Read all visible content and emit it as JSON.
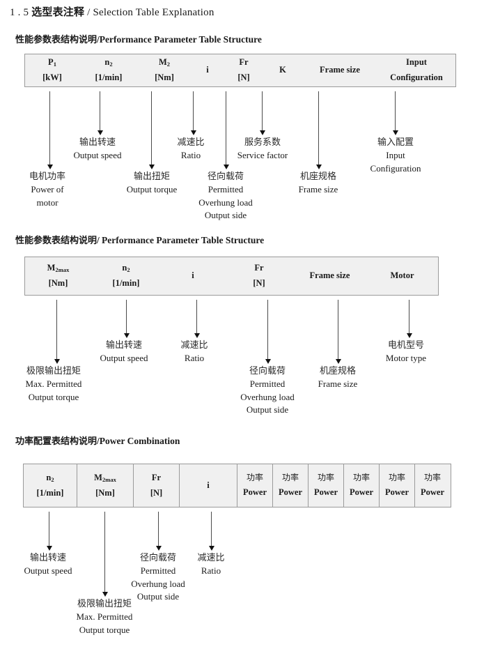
{
  "doc": {
    "title_number": "1 . 5",
    "title_cn": "选型表注释",
    "title_sep": "/",
    "title_en": "Selection Table Explanation"
  },
  "sections": [
    {
      "heading_cn": "性能参数表结构说明",
      "heading_sep": "/",
      "heading_en": "Performance Parameter Table Structure",
      "columns": [
        {
          "sym": "P",
          "sub": "1",
          "unit": "[kW]"
        },
        {
          "sym": "n",
          "sub": "2",
          "unit": "[1/min]"
        },
        {
          "sym": "M",
          "sub": "2",
          "unit": "[Nm]"
        },
        {
          "sym": "i",
          "sub": "",
          "unit": ""
        },
        {
          "sym": "Fr",
          "sub": "",
          "unit": "[N]"
        },
        {
          "sym": "K",
          "sub": "",
          "unit": ""
        },
        {
          "sym": "Frame size",
          "sub": "",
          "unit": ""
        },
        {
          "sym": "Input",
          "sub": "",
          "unit": "Configuration"
        }
      ],
      "annotations": [
        {
          "cn": "电机功率",
          "en": [
            "Power of",
            "motor"
          ]
        },
        {
          "cn": "输出转速",
          "en": [
            "Output speed"
          ]
        },
        {
          "cn": "输出扭矩",
          "en": [
            "Output torque"
          ]
        },
        {
          "cn": "减速比",
          "en": [
            "Ratio"
          ]
        },
        {
          "cn": "径向载荷",
          "en": [
            "Permitted",
            "Overhung load",
            "Output side"
          ]
        },
        {
          "cn": "服务系数",
          "en": [
            "Service factor"
          ]
        },
        {
          "cn": "机座规格",
          "en": [
            "Frame size"
          ]
        },
        {
          "cn": "输入配置",
          "en": [
            "Input",
            "Configuration"
          ]
        }
      ]
    },
    {
      "heading_cn": "性能参数表结构说明",
      "heading_sep": "/",
      "heading_en": "Performance Parameter Table Structure",
      "columns": [
        {
          "sym": "M",
          "sub": "2max",
          "unit": "[Nm]"
        },
        {
          "sym": "n",
          "sub": "2",
          "unit": "[1/min]"
        },
        {
          "sym": "i",
          "sub": "",
          "unit": ""
        },
        {
          "sym": "Fr",
          "sub": "",
          "unit": "[N]"
        },
        {
          "sym": "Frame size",
          "sub": "",
          "unit": ""
        },
        {
          "sym": "Motor",
          "sub": "",
          "unit": ""
        }
      ],
      "annotations": [
        {
          "cn": "极限输出扭矩",
          "en": [
            "Max. Permitted",
            "Output  torque"
          ]
        },
        {
          "cn": "输出转速",
          "en": [
            "Output speed"
          ]
        },
        {
          "cn": "减速比",
          "en": [
            "Ratio"
          ]
        },
        {
          "cn": "径向载荷",
          "en": [
            "Permitted",
            "Overhung load",
            "Output side"
          ]
        },
        {
          "cn": "机座规格",
          "en": [
            "Frame size"
          ]
        },
        {
          "cn": "电机型号",
          "en": [
            "Motor type"
          ]
        }
      ]
    },
    {
      "heading_cn": "功率配置表结构说明",
      "heading_sep": "/",
      "heading_en": "Power Combination",
      "columns": [
        {
          "sym": "n",
          "sub": "2",
          "unit": "[1/min]"
        },
        {
          "sym": "M",
          "sub": "2max",
          "unit": "[Nm]"
        },
        {
          "sym": "Fr",
          "sub": "",
          "unit": "[N]"
        },
        {
          "sym": "i",
          "sub": "",
          "unit": ""
        },
        {
          "sym_cn": "功率",
          "sub": "",
          "unit": "Power"
        },
        {
          "sym_cn": "功率",
          "sub": "",
          "unit": "Power"
        },
        {
          "sym_cn": "功率",
          "sub": "",
          "unit": "Power"
        },
        {
          "sym_cn": "功率",
          "sub": "",
          "unit": "Power"
        },
        {
          "sym_cn": "功率",
          "sub": "",
          "unit": "Power"
        },
        {
          "sym_cn": "功率",
          "sub": "",
          "unit": "Power"
        }
      ],
      "annotations": [
        {
          "cn": "输出转速",
          "en": [
            "Output speed"
          ]
        },
        {
          "cn": "极限输出扭矩",
          "en": [
            "Max. Permitted",
            "Output  torque"
          ]
        },
        {
          "cn": "径向载荷",
          "en": [
            "Permitted",
            "Overhung load",
            "Output side"
          ]
        },
        {
          "cn": "减速比",
          "en": [
            "Ratio"
          ]
        }
      ]
    }
  ],
  "colors": {
    "table_fill": "#f0f0f0",
    "table_border": "#9a9a9a",
    "arrow": "#111111",
    "text": "#1a1a1a"
  }
}
